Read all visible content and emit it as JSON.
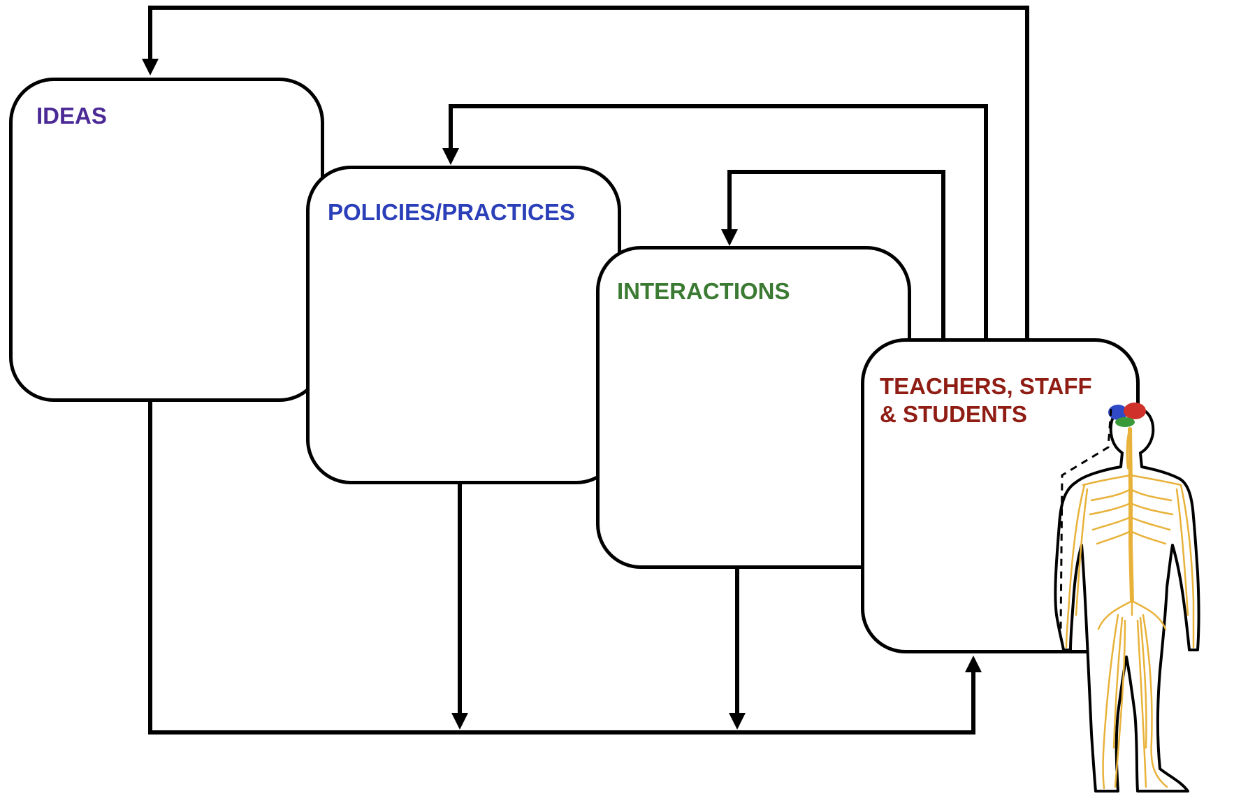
{
  "boxes": {
    "ideas": {
      "label": "IDEAS",
      "color": "#4b2a96"
    },
    "policies": {
      "label": "POLICIES/PRACTICES",
      "color": "#2a3fb8"
    },
    "interactions": {
      "label": "INTERACTIONS",
      "color": "#3b7a32"
    },
    "teachers": {
      "label": "TEACHERS, STAFF\n& STUDENTS",
      "color": "#8f1d14"
    }
  },
  "illustration": {
    "icon": "human-nervous-system-icon",
    "nerve_color": "#e8b23a",
    "brain_colors": [
      "#2f49c7",
      "#d0322b",
      "#3a9a3a"
    ]
  }
}
